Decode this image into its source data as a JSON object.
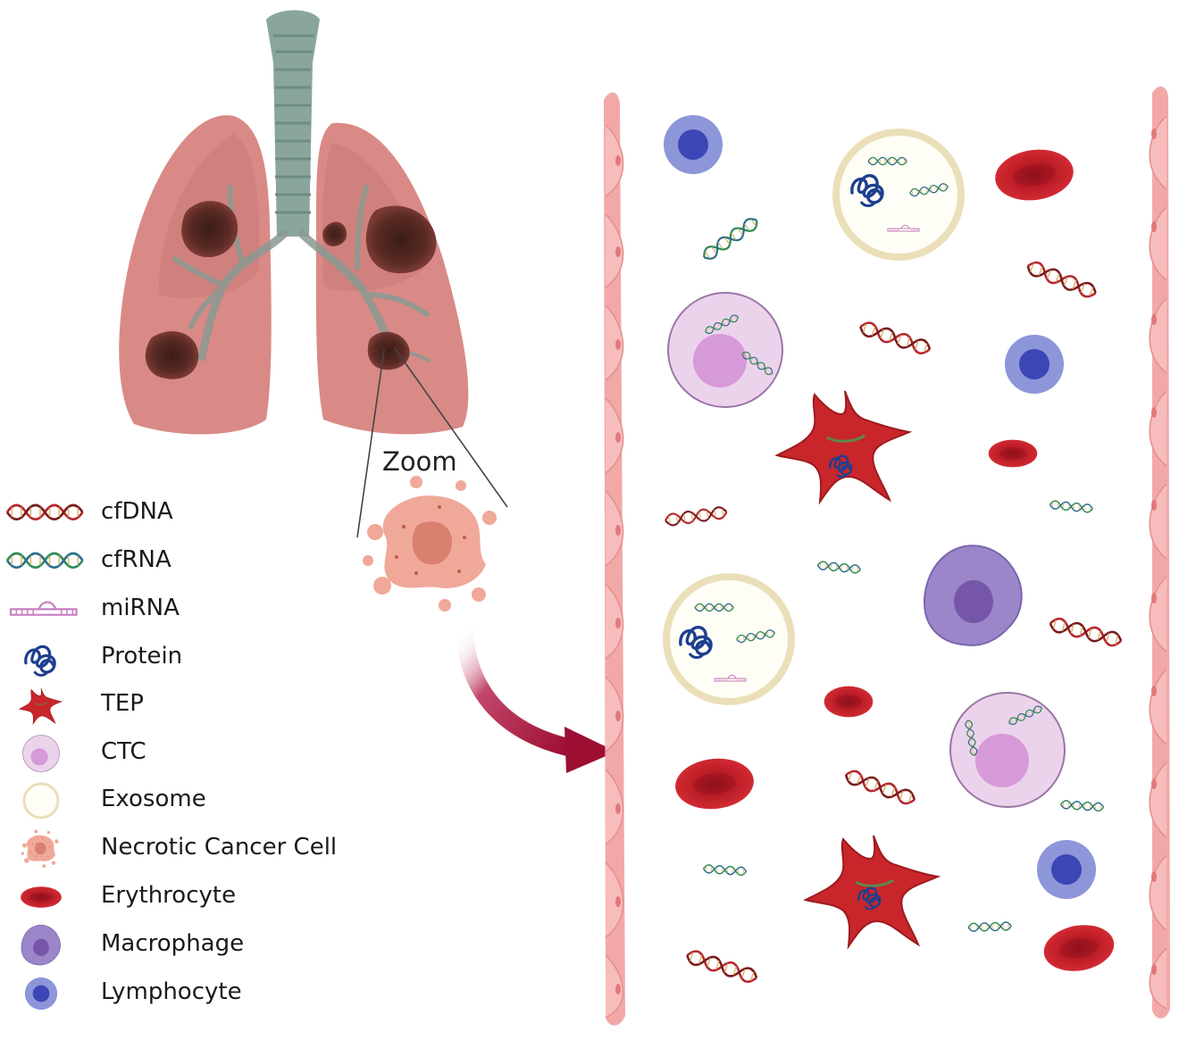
{
  "zoom_label": "Zoom",
  "legend": [
    {
      "icon": "cfdna-icon",
      "label": "cfDNA"
    },
    {
      "icon": "cfrna-icon",
      "label": "cfRNA"
    },
    {
      "icon": "mirna-icon",
      "label": "miRNA"
    },
    {
      "icon": "protein-icon",
      "label": "Protein"
    },
    {
      "icon": "tep-icon",
      "label": "TEP"
    },
    {
      "icon": "ctc-icon",
      "label": "CTC"
    },
    {
      "icon": "exosome-icon",
      "label": "Exosome"
    },
    {
      "icon": "necrotic-cancer-cell-icon",
      "label": "Necrotic Cancer Cell"
    },
    {
      "icon": "erythrocyte-icon",
      "label": "Erythrocyte"
    },
    {
      "icon": "macrophage-icon",
      "label": "Macrophage"
    },
    {
      "icon": "lymphocyte-icon",
      "label": "Lymphocyte"
    }
  ],
  "colors": {
    "dna_red": "#b5262e",
    "rna_green": "#2e8b57",
    "mirna_pink": "#c77dbf",
    "protein_blue": "#1e3f8f",
    "tep_red": "#c8262a",
    "ctc_fill": "#ecd3ec",
    "exosome_ring": "#eadfb8",
    "necrotic_pink": "#f0a899",
    "erythrocyte_red": "#c0202a",
    "macrophage_purple": "#9a86c9",
    "lymphocyte_blue": "#8d96d8",
    "vessel_pink": "#f3a8a8",
    "lung_pink": "#d98a86",
    "trachea_gray": "#8aa59c",
    "arrow_red": "#a3183a"
  }
}
